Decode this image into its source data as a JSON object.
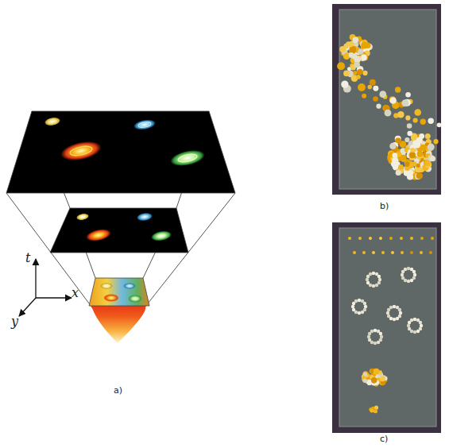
{
  "diagram": {
    "labels": [
      "t",
      "x",
      "y",
      "a)",
      "b)",
      "c)"
    ]
  }
}
